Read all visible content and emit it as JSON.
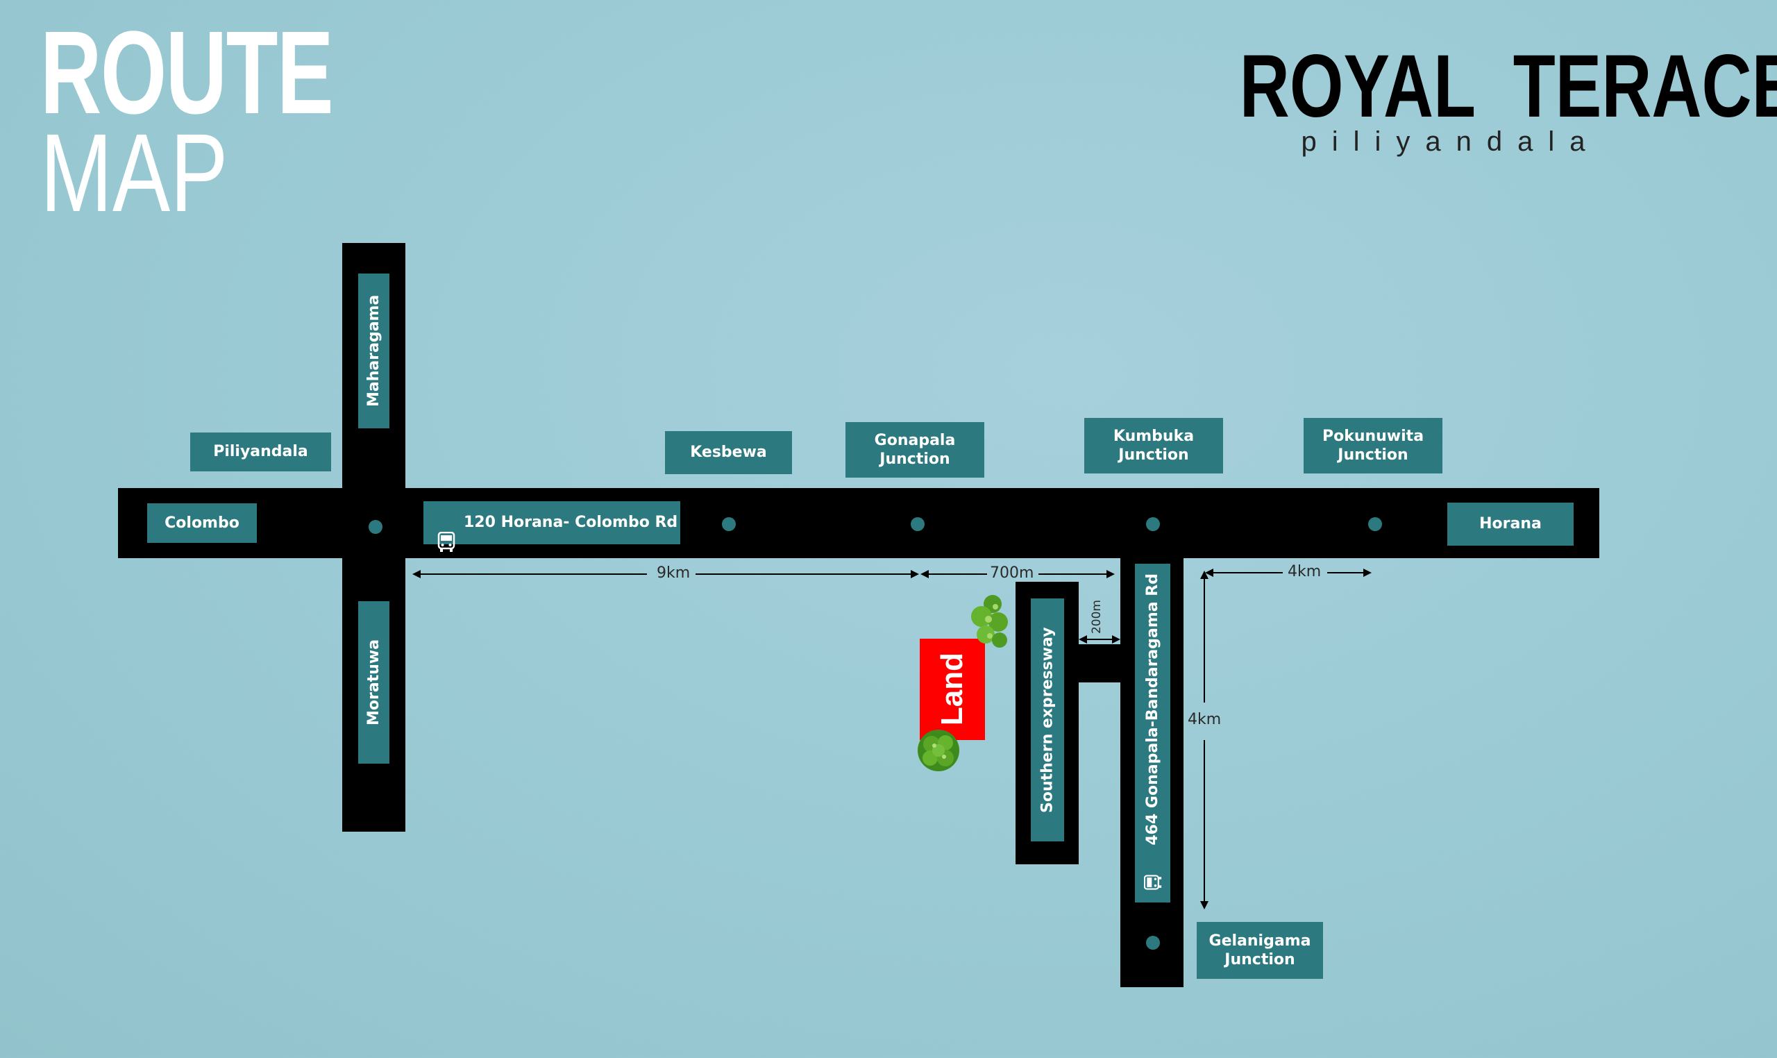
{
  "title": {
    "line1": "ROUTE",
    "line2": "MAP"
  },
  "brand": {
    "name": "ROYAL  TERACE",
    "subtitle": "piliyandala"
  },
  "places": {
    "piliyandala": "Piliyandala",
    "colombo": "Colombo",
    "kesbewa": "Kesbewa",
    "gonapala": "Gonapala\nJunction",
    "kumbuka": "Kumbuka\nJunction",
    "pokunuwita": "Pokunuwita\nJunction",
    "horana": "Horana",
    "gelanigama": "Gelanigama\nJunction"
  },
  "roads": {
    "maharagama": "Maharagama",
    "moratuwa": "Moratuwa",
    "main": "120 Horana- Colombo Rd",
    "expressway": "Southern expressway",
    "gonapala_rd": "464 Gonapala-Bandaragama Rd"
  },
  "land_label": "Land",
  "distances": {
    "d9km": "9km",
    "d700m": "700m",
    "d4km_h": "4km",
    "d200m": "200m",
    "d4km_v": "4km"
  },
  "icons": {
    "bus": "bus-icon",
    "tree": "tree-icon"
  },
  "colors": {
    "label_bg": "#2c7a80",
    "road": "#000000",
    "land": "#ff0000",
    "tree": "#5ea82a"
  }
}
